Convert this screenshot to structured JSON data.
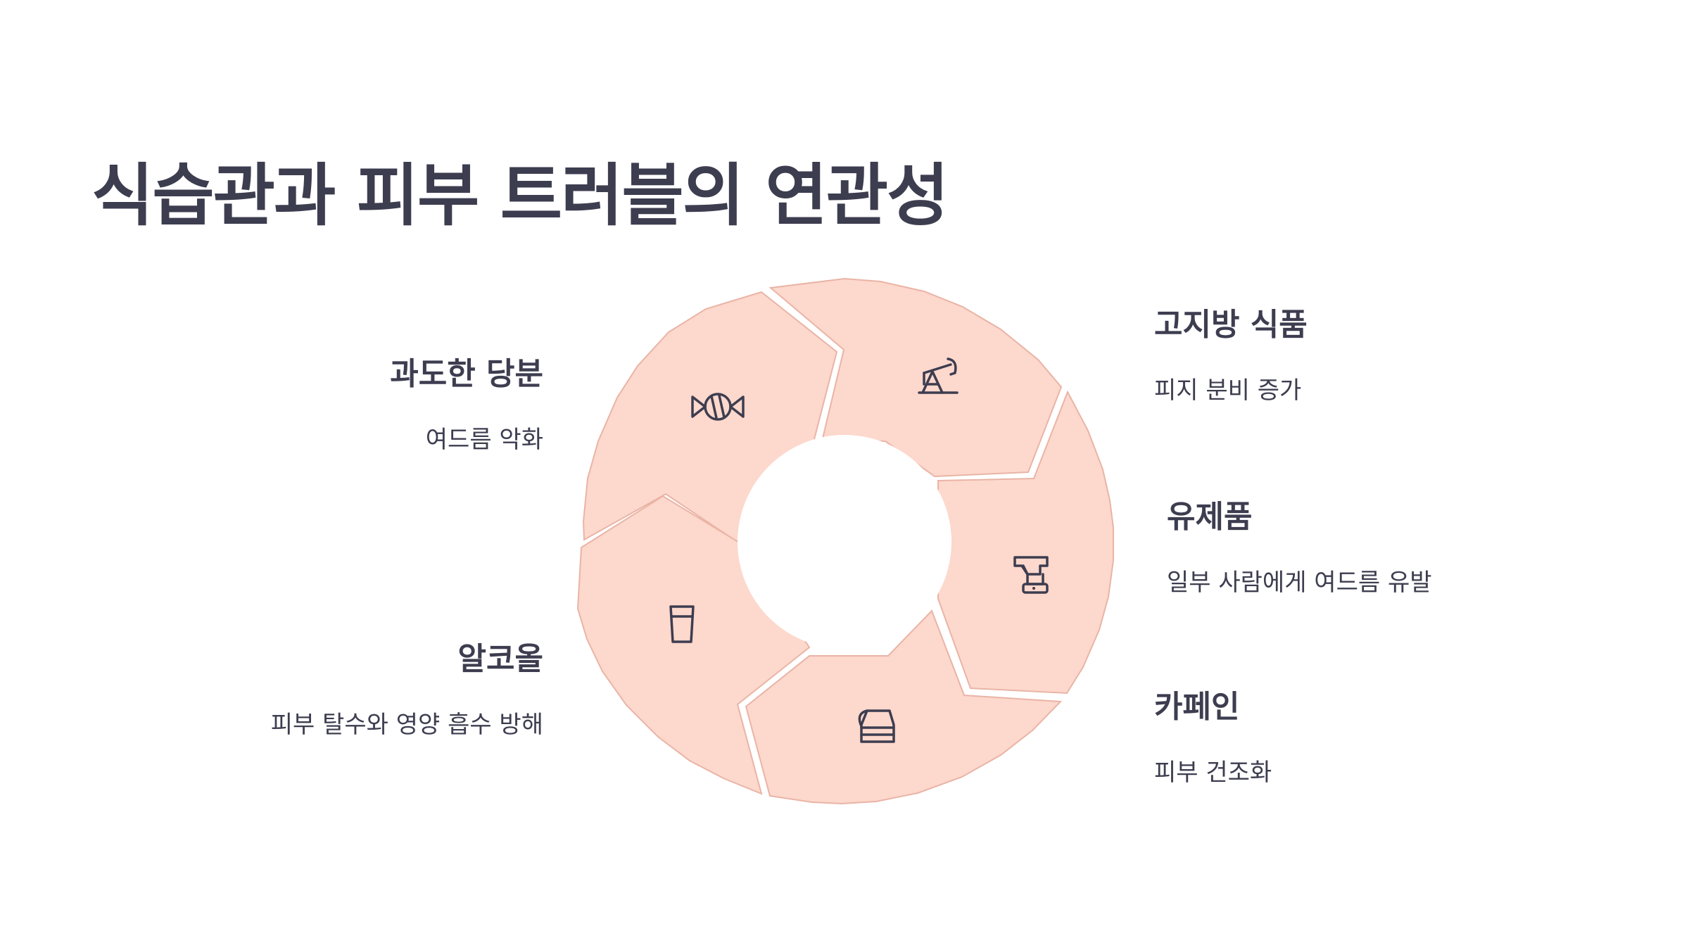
{
  "title": "식습관과 피부 트러블의 연관성",
  "items": [
    {
      "head": "과도한 당분",
      "desc": "여드름 악화",
      "icon": "candy-icon"
    },
    {
      "head": "고지방 식품",
      "desc": "피지 분비 증가",
      "icon": "oil-pump-icon"
    },
    {
      "head": "유제품",
      "desc": "일부 사람에게 여드름 유발",
      "icon": "milk-carton-icon"
    },
    {
      "head": "카페인",
      "desc": "피부 건조화",
      "icon": "coffee-pot-icon"
    },
    {
      "head": "알코올",
      "desc": "피부 탈수와 영양 흡수 방해",
      "icon": "glass-icon"
    }
  ],
  "colors": {
    "segment_fill": "#fdd8cc",
    "segment_stroke": "#e9b4a6",
    "text": "#3d3d50"
  }
}
